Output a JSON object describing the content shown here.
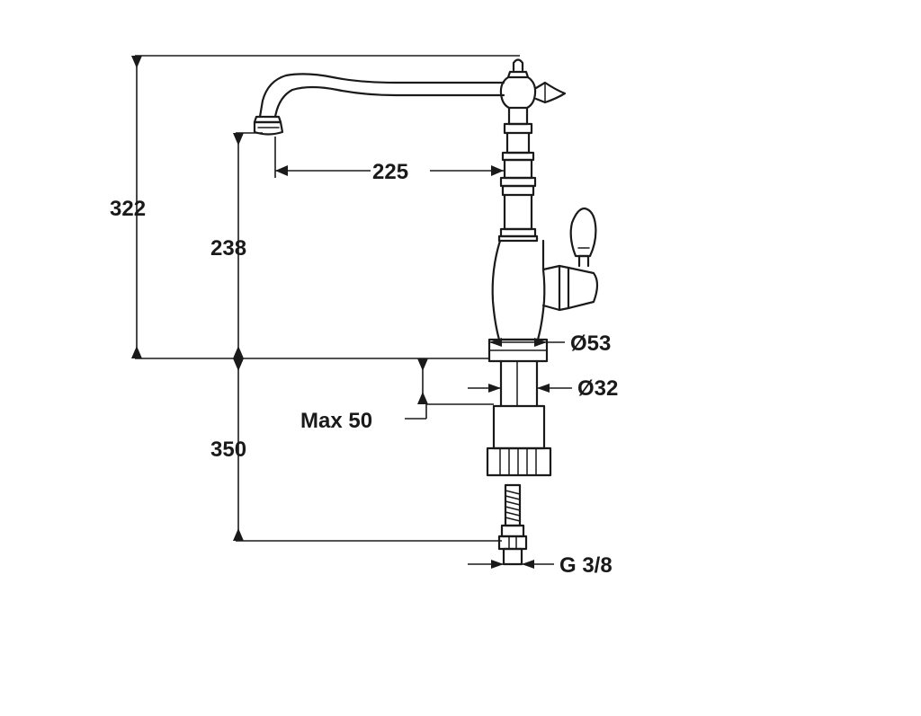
{
  "dimensions": {
    "total_height": "322",
    "spout_height": "238",
    "spout_reach": "225",
    "base_diameter": "Ø53",
    "shank_diameter": "Ø32",
    "max_deck_thickness": "Max 50",
    "hose_length": "350",
    "connection_thread": "G 3/8"
  },
  "colors": {
    "line": "#1a1a1a",
    "background": "#ffffff"
  }
}
